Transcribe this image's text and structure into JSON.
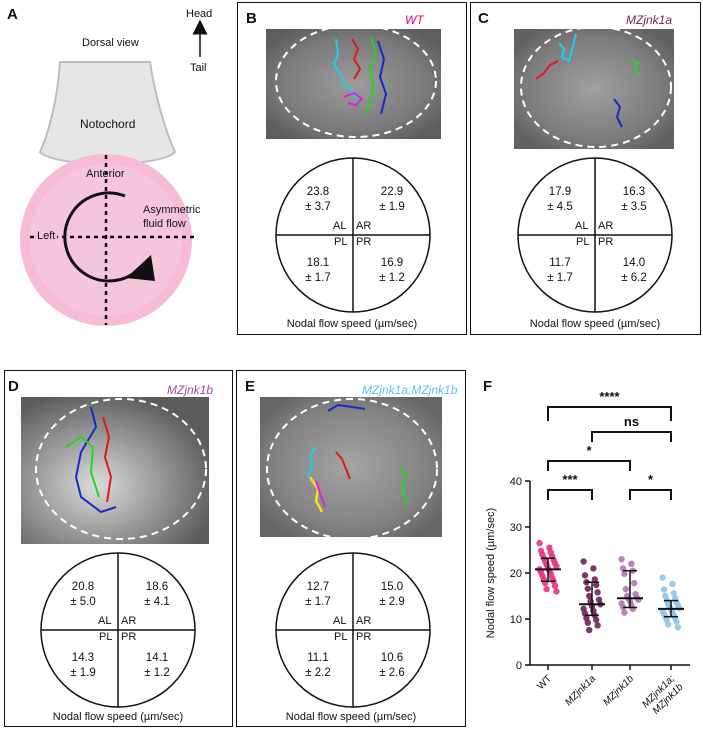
{
  "panel_labels": {
    "A": "A",
    "B": "B",
    "C": "C",
    "D": "D",
    "E": "E",
    "F": "F"
  },
  "schematic": {
    "dorsal_view": "Dorsal view",
    "head": "Head",
    "tail": "Tail",
    "notochord": "Notochord",
    "anterior": "Anterior",
    "left": "Left",
    "flow": "Asymmetric fluid flow"
  },
  "quadrant_labels": {
    "al": "AL",
    "ar": "AR",
    "pl": "PL",
    "pr": "PR"
  },
  "caption": "Nodal flow speed (µm/sec)",
  "panels": {
    "B": {
      "genotype": "WT",
      "color": "#e6007e",
      "al": [
        "23.8",
        "± 3.7"
      ],
      "ar": [
        "22.9",
        "± 1.9"
      ],
      "pl": [
        "18.1",
        "± 1.7"
      ],
      "pr": [
        "16.9",
        "± 1.2"
      ]
    },
    "C": {
      "genotype": "MZjnk1a",
      "color": "#7b1d5c",
      "al": [
        "17.9",
        "± 4.5"
      ],
      "ar": [
        "16.3",
        "± 3.5"
      ],
      "pl": [
        "11.7",
        "± 1.7"
      ],
      "pr": [
        "14.0",
        "± 6.2"
      ]
    },
    "D": {
      "genotype": "MZjnk1b",
      "color": "#a44aa0",
      "al": [
        "20.8",
        "± 5.0"
      ],
      "ar": [
        "18.6",
        "± 4.1"
      ],
      "pl": [
        "14.3",
        "± 1.9"
      ],
      "pr": [
        "14.1",
        "± 1.2"
      ]
    },
    "E": {
      "genotype": "MZjnk1a;MZjnk1b",
      "color": "#5bc0ea",
      "al": [
        "12.7",
        "± 1.7"
      ],
      "ar": [
        "15.0",
        "± 2.9"
      ],
      "pl": [
        "11.1",
        "± 2.2"
      ],
      "pr": [
        "10.6",
        "± 2.6"
      ]
    }
  },
  "chart_data": {
    "type": "scatter",
    "ylabel": "Nodal flow speed (µm/sec)",
    "ylim": [
      0,
      40
    ],
    "yticks": [
      0,
      10,
      20,
      30,
      40
    ],
    "categories": [
      "WT",
      "MZjnk1a",
      "MZjnk1b",
      "MZjnk1a; MZjnk1b"
    ],
    "series": [
      {
        "name": "WT",
        "color": "#e6337e",
        "median": 20.8,
        "q1": 18.2,
        "q3": 23.2,
        "values": [
          26.5,
          25.5,
          24.8,
          24.5,
          24.0,
          23.6,
          23.2,
          22.8,
          22.5,
          22.1,
          21.8,
          21.4,
          21.0,
          20.8,
          20.5,
          20.2,
          19.8,
          19.4,
          19.0,
          18.6,
          18.2,
          17.8,
          17.2,
          16.5,
          16.0
        ]
      },
      {
        "name": "MZjnk1a",
        "color": "#6e2457",
        "median": 13.2,
        "q1": 10.8,
        "q3": 18.0,
        "values": [
          22.5,
          21.0,
          19.5,
          18.6,
          18.0,
          17.4,
          16.6,
          15.8,
          15.0,
          14.2,
          13.8,
          13.2,
          12.8,
          12.2,
          11.8,
          11.2,
          10.8,
          10.2,
          9.8,
          9.2,
          8.6,
          7.6
        ]
      },
      {
        "name": "MZjnk1b",
        "color": "#b276b2",
        "median": 14.5,
        "q1": 12.5,
        "q3": 20.5,
        "values": [
          23.0,
          22.0,
          21.0,
          20.5,
          19.8,
          17.8,
          16.5,
          15.4,
          15.0,
          14.6,
          14.4,
          14.2,
          13.8,
          13.4,
          13.0,
          12.6,
          12.2,
          11.4
        ]
      },
      {
        "name": "MZjnk1a; MZjnk1b",
        "color": "#8ec6ea",
        "median": 12.2,
        "q1": 10.5,
        "q3": 14.0,
        "values": [
          19.0,
          17.6,
          16.4,
          15.6,
          15.0,
          14.5,
          14.0,
          13.6,
          13.2,
          12.9,
          12.6,
          12.3,
          12.0,
          11.7,
          11.4,
          11.1,
          10.8,
          10.5,
          10.2,
          9.8,
          9.4,
          8.8,
          8.2
        ]
      }
    ],
    "comparisons": [
      {
        "from": 0,
        "to": 3,
        "label": "****"
      },
      {
        "from": 1,
        "to": 3,
        "label": "ns"
      },
      {
        "from": 0,
        "to": 2,
        "label": "*"
      },
      {
        "from": 0,
        "to": 1,
        "label": "***"
      },
      {
        "from": 2,
        "to": 3,
        "label": "*"
      }
    ]
  }
}
